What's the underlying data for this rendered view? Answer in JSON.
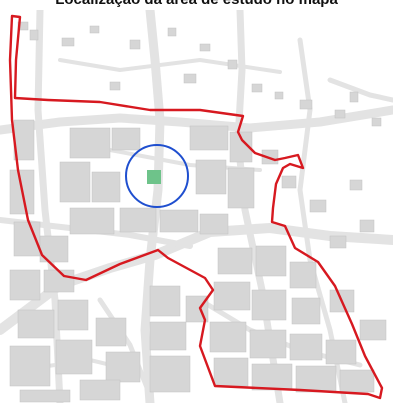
{
  "header": {
    "cropped_title": "Localização da área de estudo no mapa"
  },
  "map": {
    "colors": {
      "background": "#ffffff",
      "roads": "#e6e6e6",
      "buildings": "#d4d4d4",
      "building_outline": "#bdbdbd",
      "boundary": "#d71920",
      "marker_circle": "#1f4fcf",
      "marker_square": "#6ec38a"
    },
    "layers": [
      "street-network",
      "building-footprints",
      "study-area-boundary",
      "study-site-marker"
    ]
  }
}
